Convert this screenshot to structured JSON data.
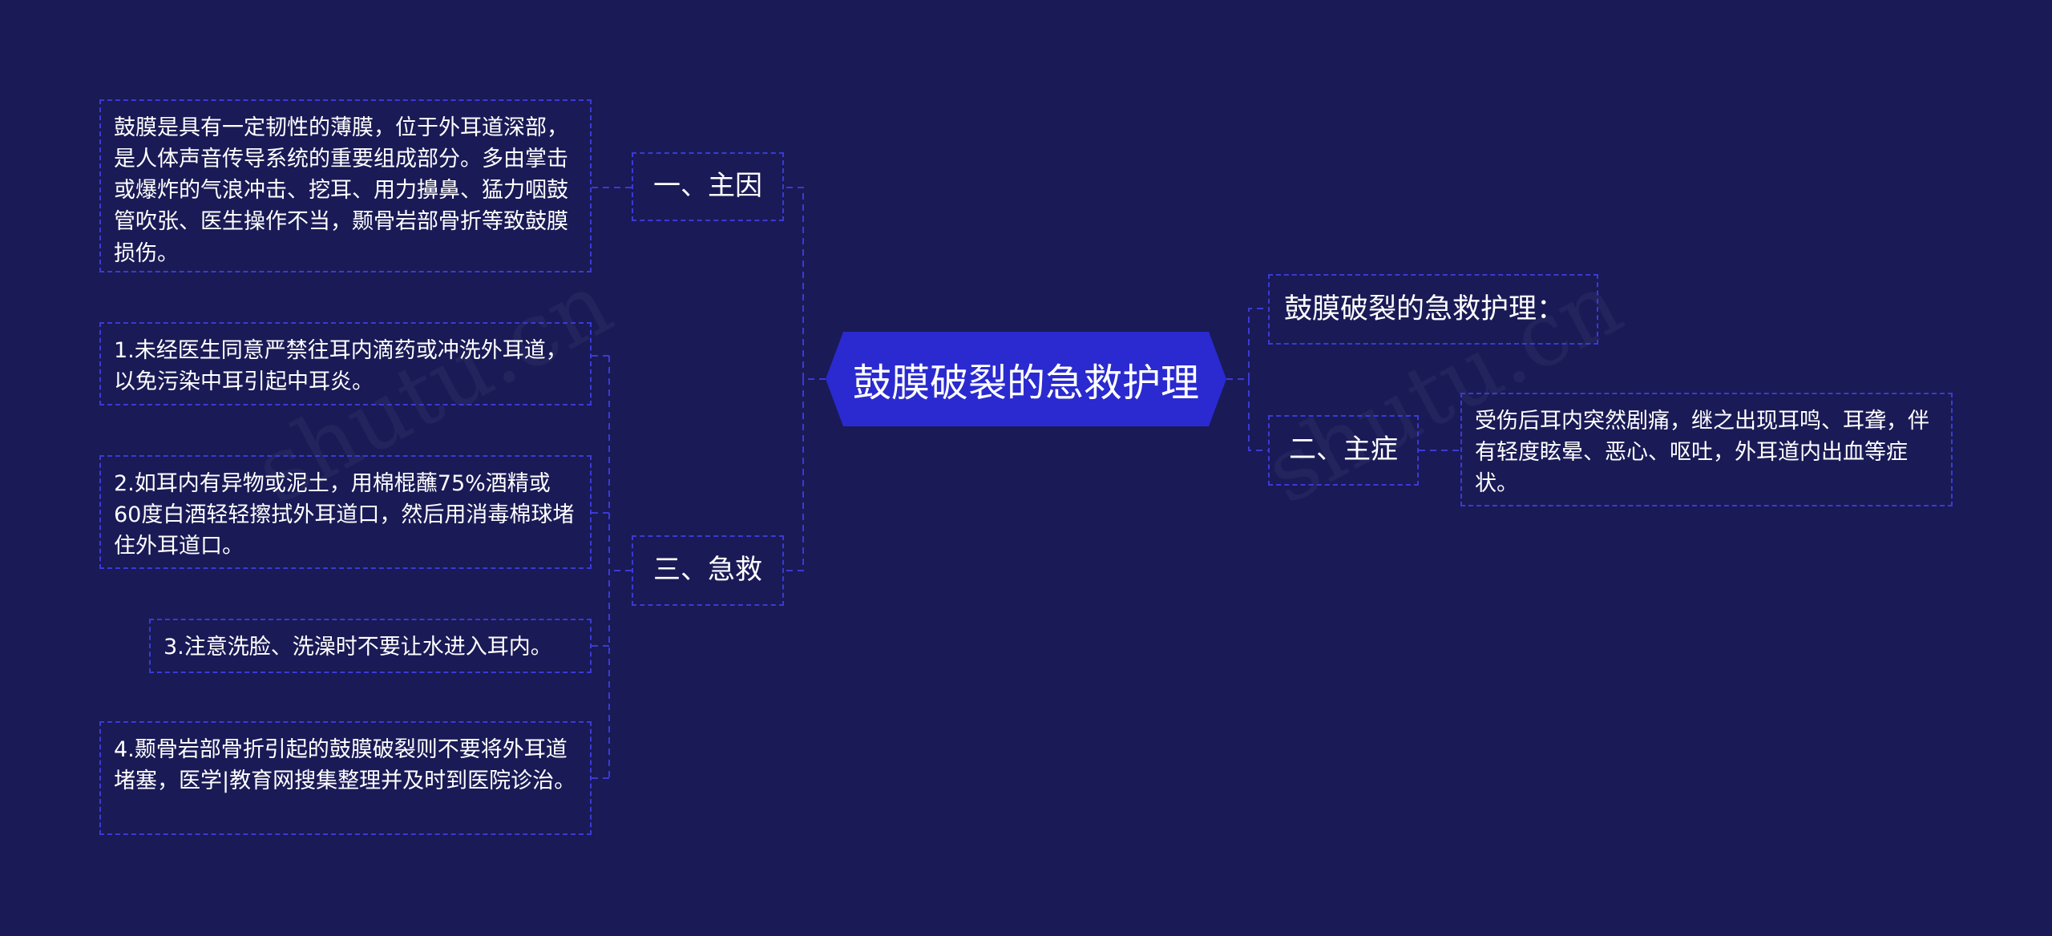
{
  "center": {
    "title": "鼓膜破裂的急救护理"
  },
  "branches": {
    "cause": {
      "label": "一、主因",
      "leaf": "鼓膜是具有一定韧性的薄膜，位于外耳道深部，是人体声音传导系统的重要组成部分。多由掌击或爆炸的气浪冲击、挖耳、用力擤鼻、猛力咽鼓管吹张、医生操作不当，颞骨岩部骨折等致鼓膜损伤。"
    },
    "firstaid": {
      "label": "三、急救",
      "leaves": [
        "1.未经医生同意严禁往耳内滴药或冲洗外耳道，以免污染中耳引起中耳炎。",
        "2.如耳内有异物或泥土，用棉棍蘸75%酒精或60度白酒轻轻擦拭外耳道口，然后用消毒棉球堵住外耳道口。",
        "3.注意洗脸、洗澡时不要让水进入耳内。",
        "4.颞骨岩部骨折引起的鼓膜破裂则不要将外耳道堵塞，医学|教育网搜集整理并及时到医院诊治。"
      ]
    },
    "topic": {
      "label": "鼓膜破裂的急救护理："
    },
    "symptom": {
      "label": "二、主症",
      "leaf": "受伤后耳内突然剧痛，继之出现耳鸣、耳聋，伴有轻度眩晕、恶心、呕吐，外耳道内出血等症状。"
    }
  },
  "colors": {
    "background": "#1a1a56",
    "center_fill": "#2a2ad0",
    "border": "#3a3ad6",
    "text": "#ffffff"
  }
}
